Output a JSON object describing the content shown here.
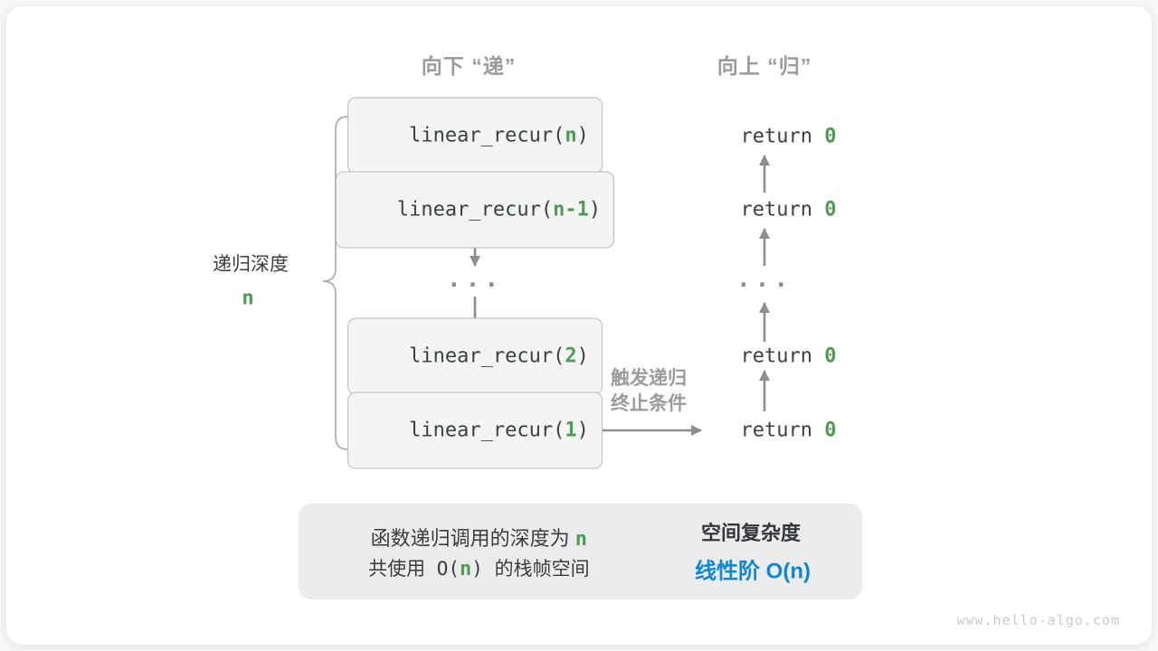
{
  "headers": {
    "descend": "向下 “递”",
    "ascend": "向上 “归”"
  },
  "recursion_depth": {
    "label": "递归深度",
    "value": "n"
  },
  "call_stack": {
    "ellipsis": "...",
    "boxes": [
      {
        "pre": "linear_recur(",
        "arg": "n",
        "suf": ")"
      },
      {
        "pre": "linear_recur(",
        "arg": "n-1",
        "suf": ")"
      },
      {
        "pre": "linear_recur(",
        "arg": "2",
        "suf": ")"
      },
      {
        "pre": "linear_recur(",
        "arg": "1",
        "suf": ")"
      }
    ]
  },
  "returns": {
    "ellipsis": "...",
    "items": [
      {
        "keyword": "return ",
        "value": "0"
      },
      {
        "keyword": "return ",
        "value": "0"
      },
      {
        "keyword": "return ",
        "value": "0"
      },
      {
        "keyword": "return ",
        "value": "0"
      }
    ]
  },
  "base_case": {
    "line1": "触发递归",
    "line2": "终止条件"
  },
  "summary": {
    "depth_line": {
      "pre": "函数递归调用的深度为 ",
      "value": "n"
    },
    "space_line": {
      "pre": "共使用 O(",
      "value": "n",
      "suf": ") 的栈帧空间"
    },
    "conclusion": {
      "title": "空间复杂度",
      "result": "线性阶 O(n)"
    }
  },
  "watermark": "www.hello-algo.com",
  "colors": {
    "accent_green": "#4e9c52",
    "accent_blue": "#0d87d8",
    "arrow_gray": "#8b8f92",
    "header_gray": "#9b9b9b",
    "box_fill": "#f3f4f4",
    "box_border": "#b7babd",
    "summary_fill": "#ececed",
    "big_arrow_gray": "#c6c8ca"
  }
}
